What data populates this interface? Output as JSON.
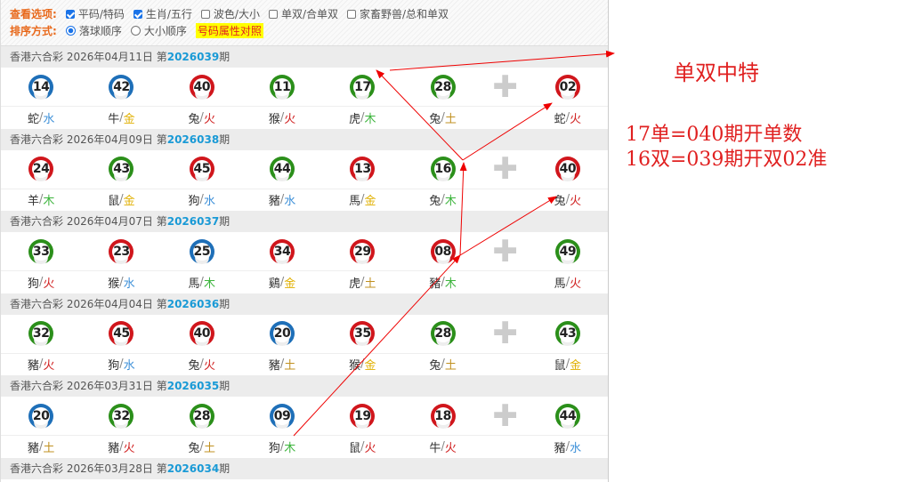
{
  "options": {
    "view_label": "查看选项:",
    "view_items": [
      {
        "label": "平码/特码",
        "checked": true
      },
      {
        "label": "生肖/五行",
        "checked": true
      },
      {
        "label": "波色/大小",
        "checked": false
      },
      {
        "label": "单双/合单双",
        "checked": false
      },
      {
        "label": "家畜野兽/总和单双",
        "checked": false
      }
    ],
    "sort_label": "排序方式:",
    "sort_items": [
      {
        "label": "落球顺序",
        "selected": true
      },
      {
        "label": "大小顺序",
        "selected": false
      }
    ],
    "compare_link": "号码属性对照"
  },
  "colors": {
    "blue": "#1e6fb8",
    "red": "#d0161c",
    "green": "#2b8f1a",
    "水": "#3c8fd8",
    "金": "#e0b000",
    "火": "#d02020",
    "木": "#3cb43c",
    "土": "#c09020"
  },
  "periods": [
    {
      "prefix": "香港六合彩 2026年04月11日 第",
      "issue": "2026039",
      "suffix": "期",
      "balls": [
        [
          "14",
          "blue",
          "蛇",
          "水"
        ],
        [
          "42",
          "blue",
          "牛",
          "金"
        ],
        [
          "40",
          "red",
          "兔",
          "火"
        ],
        [
          "11",
          "green",
          "猴",
          "火"
        ],
        [
          "17",
          "green",
          "虎",
          "木"
        ],
        [
          "28",
          "green",
          "兔",
          "土"
        ],
        [
          "02",
          "red",
          "蛇",
          "火"
        ]
      ]
    },
    {
      "prefix": "香港六合彩 2026年04月09日 第",
      "issue": "2026038",
      "suffix": "期",
      "balls": [
        [
          "24",
          "red",
          "羊",
          "木"
        ],
        [
          "43",
          "green",
          "鼠",
          "金"
        ],
        [
          "45",
          "red",
          "狗",
          "水"
        ],
        [
          "44",
          "green",
          "豬",
          "水"
        ],
        [
          "13",
          "red",
          "馬",
          "金"
        ],
        [
          "16",
          "green",
          "兔",
          "木"
        ],
        [
          "40",
          "red",
          "兔",
          "火"
        ]
      ]
    },
    {
      "prefix": "香港六合彩 2026年04月07日 第",
      "issue": "2026037",
      "suffix": "期",
      "balls": [
        [
          "33",
          "green",
          "狗",
          "火"
        ],
        [
          "23",
          "red",
          "猴",
          "水"
        ],
        [
          "25",
          "blue",
          "馬",
          "木"
        ],
        [
          "34",
          "red",
          "鷄",
          "金"
        ],
        [
          "29",
          "red",
          "虎",
          "土"
        ],
        [
          "08",
          "red",
          "豬",
          "木"
        ],
        [
          "49",
          "green",
          "馬",
          "火"
        ]
      ]
    },
    {
      "prefix": "香港六合彩 2026年04月04日 第",
      "issue": "2026036",
      "suffix": "期",
      "balls": [
        [
          "32",
          "green",
          "豬",
          "火"
        ],
        [
          "45",
          "red",
          "狗",
          "水"
        ],
        [
          "40",
          "red",
          "兔",
          "火"
        ],
        [
          "20",
          "blue",
          "豬",
          "土"
        ],
        [
          "35",
          "red",
          "猴",
          "金"
        ],
        [
          "28",
          "green",
          "兔",
          "土"
        ],
        [
          "43",
          "green",
          "鼠",
          "金"
        ]
      ]
    },
    {
      "prefix": "香港六合彩 2026年03月31日 第",
      "issue": "2026035",
      "suffix": "期",
      "balls": [
        [
          "20",
          "blue",
          "豬",
          "土"
        ],
        [
          "32",
          "green",
          "豬",
          "火"
        ],
        [
          "28",
          "green",
          "兔",
          "土"
        ],
        [
          "09",
          "blue",
          "狗",
          "木"
        ],
        [
          "19",
          "red",
          "鼠",
          "火"
        ],
        [
          "18",
          "red",
          "牛",
          "火"
        ],
        [
          "44",
          "green",
          "豬",
          "水"
        ]
      ]
    },
    {
      "prefix": "香港六合彩 2026年03月28日 第",
      "issue": "2026034",
      "suffix": "期",
      "balls": []
    }
  ],
  "annotations": {
    "title": "单双中特",
    "line1": "17单=040期开单数",
    "line2": "16双=039期开双02准"
  }
}
